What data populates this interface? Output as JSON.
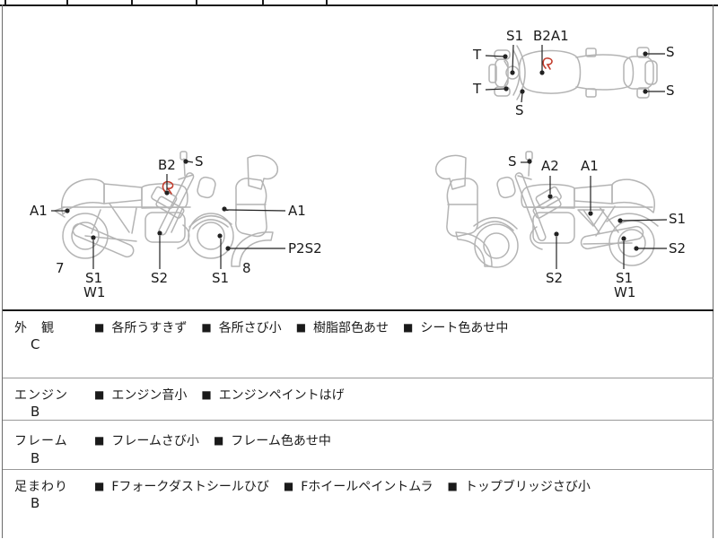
{
  "sheet": {
    "diagram_labels": {
      "top_view": {
        "s1": "S1",
        "b2a1": "B2A1",
        "t_upper": "T",
        "t_lower": "T",
        "s_right_upper": "S",
        "s_right_lower": "S",
        "s_front": "S"
      },
      "left_view": {
        "a1_rear": "A1",
        "b2_tank": "B2",
        "s_mirror": "S",
        "a1_fender": "A1",
        "p2s2_wheel": "P2S2",
        "num_rear": "7",
        "num_front": "8",
        "s1_muffler": "S1",
        "w1_muffler": "W1",
        "s2_engine": "S2",
        "s1_fork": "S1"
      },
      "right_view": {
        "s_mirror": "S",
        "a2_tank": "A2",
        "a1_side": "A1",
        "s1_shock": "S1",
        "s2_wheel": "S2",
        "s2_engine": "S2",
        "s1_muffler": "S1",
        "w1_muffler": "W1"
      }
    },
    "inspection": {
      "bullet": "■",
      "rows": [
        {
          "category": "外　観",
          "grade": "C",
          "items": [
            "各所うすきず",
            "各所さび小",
            "樹脂部色あせ",
            "シート色あせ中"
          ]
        },
        {
          "category": "エンジン",
          "grade": "B",
          "items": [
            "エンジン音小",
            "エンジンペイントはげ"
          ]
        },
        {
          "category": "フレーム",
          "grade": "B",
          "items": [
            "フレームさび小",
            "フレーム色あせ中"
          ]
        },
        {
          "category": "足まわり",
          "grade": "B",
          "items": [
            "Fフォークダストシールひび",
            "Fホイールペイントムラ",
            "トップブリッジさび小"
          ]
        }
      ]
    }
  },
  "colors": {
    "line_art": "#b4b4b4",
    "leader": "#222222",
    "marking": "#c23b2b",
    "divider": "#999999",
    "border": "#1a1a1a"
  }
}
